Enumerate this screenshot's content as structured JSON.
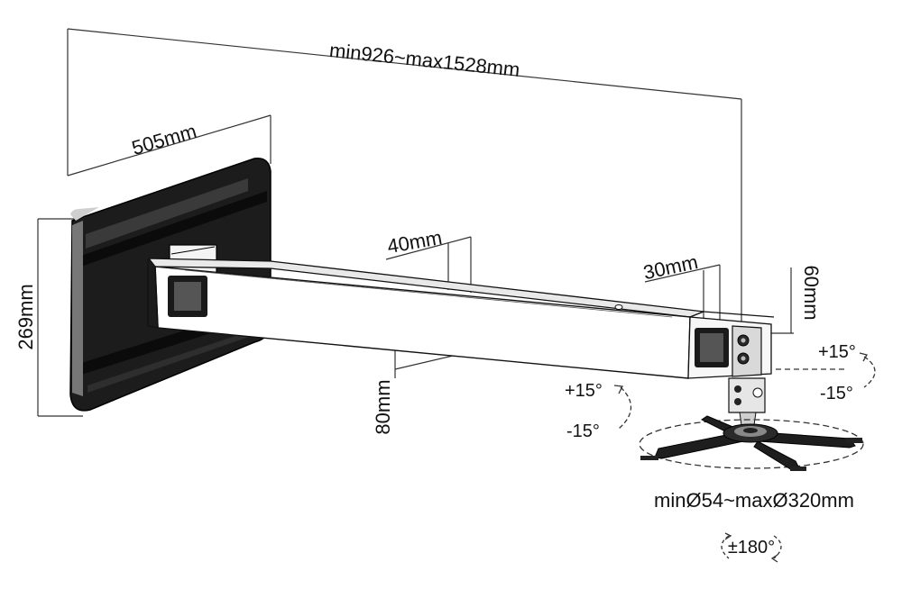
{
  "dimensions": {
    "total_length": "min926~max1528mm",
    "plate_width": "505mm",
    "plate_height": "269mm",
    "arm_width": "40mm",
    "arm_height": "80mm",
    "inner_tube_width": "30mm",
    "inner_tube_height": "60mm",
    "mount_diameter": "minØ54~maxØ320mm"
  },
  "angles": {
    "tilt_plus": "+15°",
    "tilt_minus": "-15°",
    "swivel_plus": "+15°",
    "swivel_minus": "-15°",
    "rotation": "±180°"
  }
}
